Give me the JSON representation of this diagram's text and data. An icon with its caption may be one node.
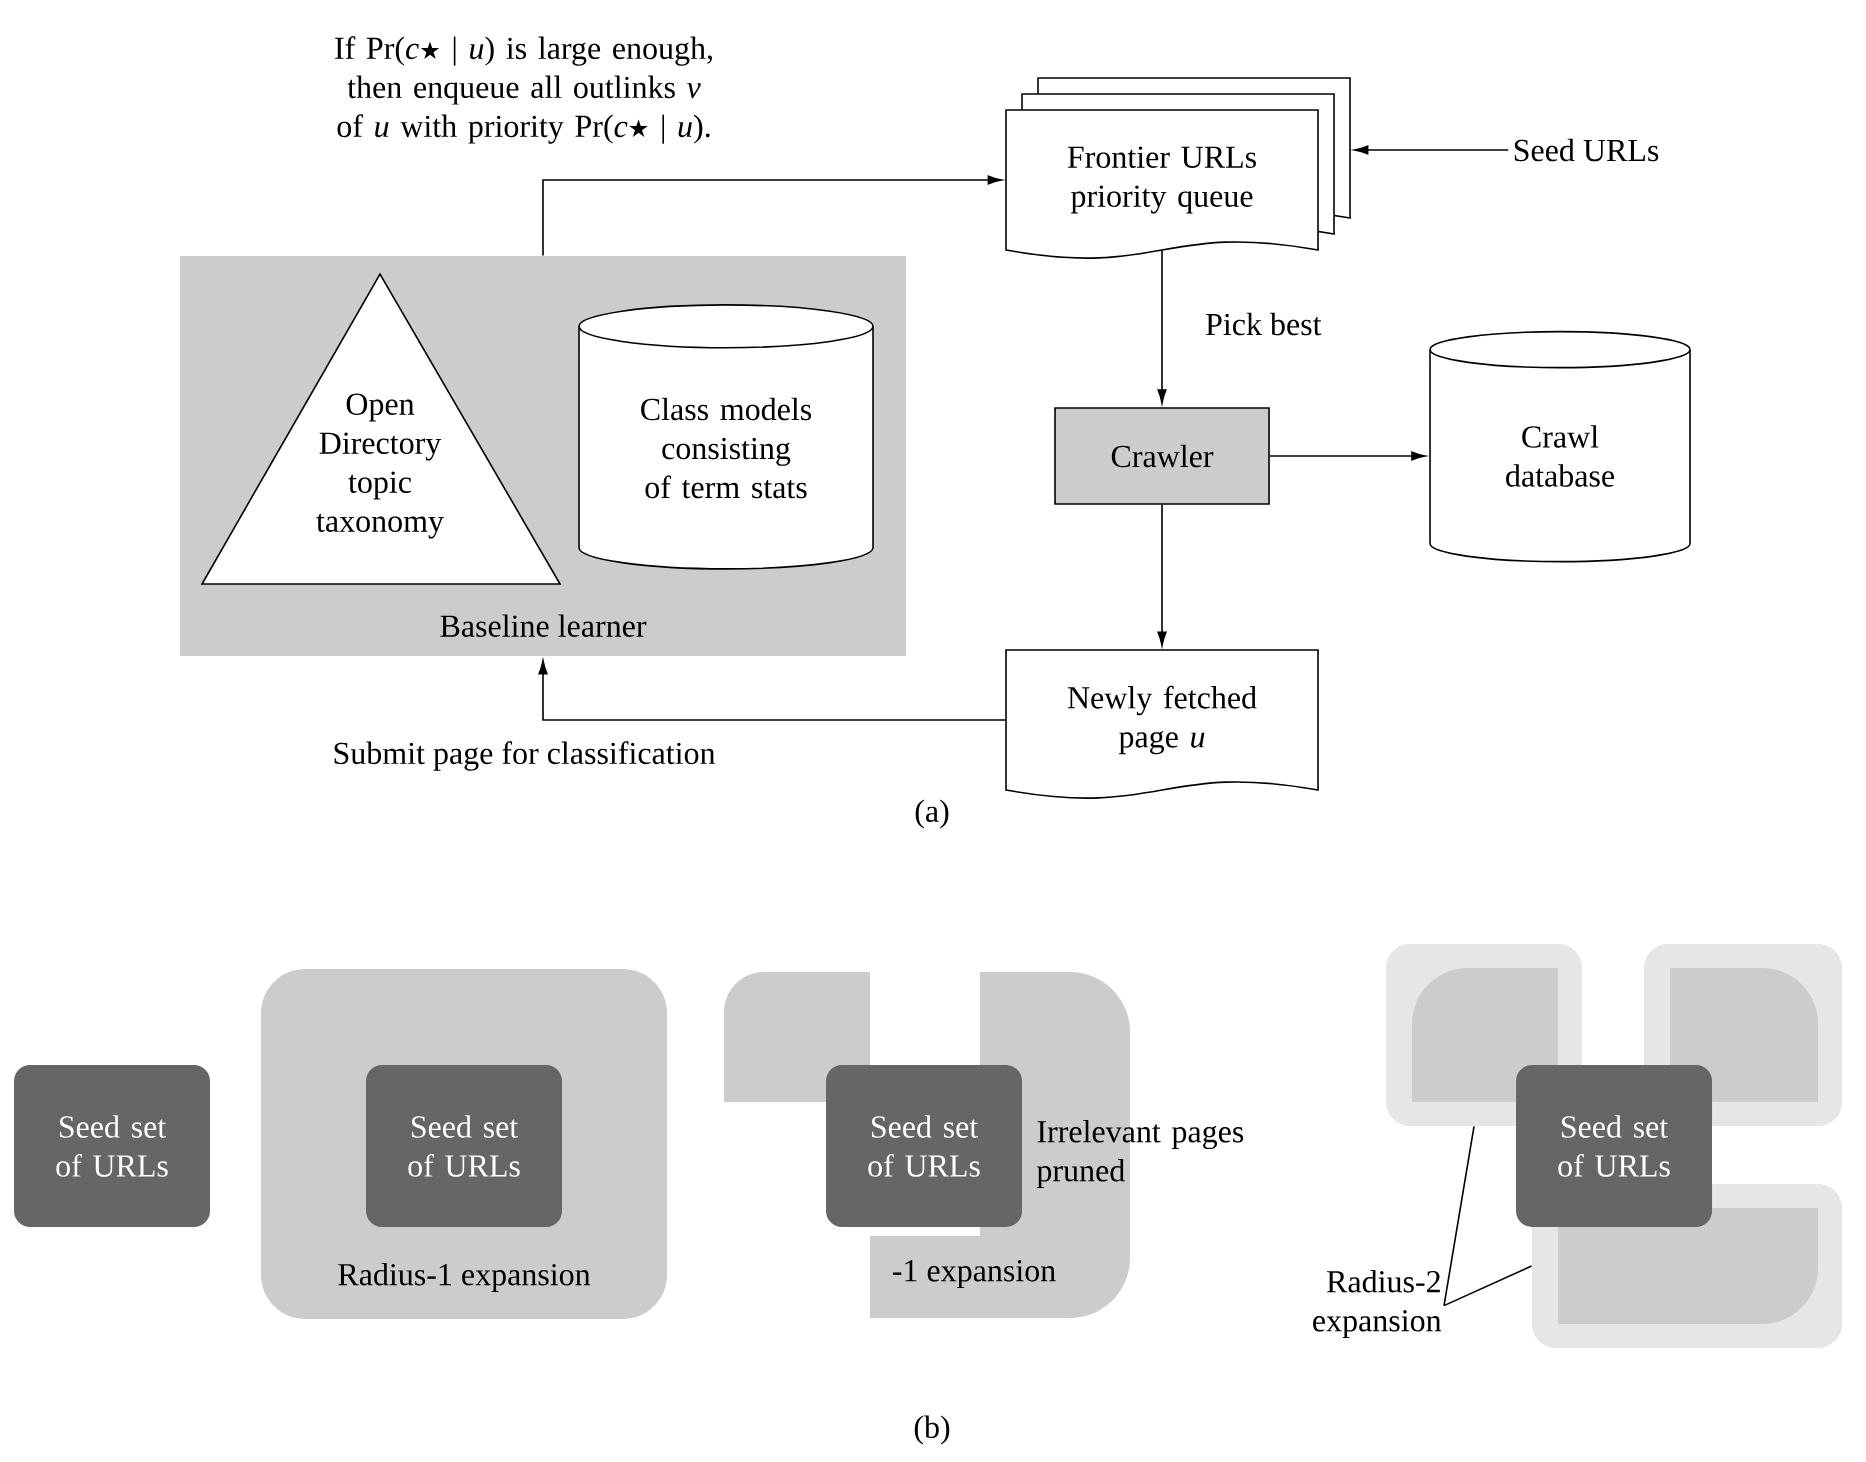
{
  "diagram": {
    "nodes": [
      {
        "text": [
          "Baseline learner"
        ]
      },
      {
        "text": [
          "Open Directory topic taxonomy"
        ],
        "in": 0
      },
      {
        "text": [
          "Class models consisting of term stats"
        ],
        "in": 0
      },
      {
        "text": [
          "Frontier URLs priority queue"
        ]
      },
      {
        "text": [
          "Crawler"
        ]
      },
      {
        "text": [
          "Crawl database"
        ]
      },
      {
        "text": [
          "Newly fetched page *u*"
        ]
      },
      {
        "text": [
          "Seed URLs"
        ]
      },
      {
        "text": [
          "Seed set of URLs"
        ]
      },
      {
        "text": [
          "Radius-1 expansion"
        ]
      },
      {
        "text": [
          "Seed set of URLs"
        ],
        "in": 9
      },
      {
        "text": [
          "-1 expansion"
        ]
      },
      {
        "text": [
          "Seed set of URLs"
        ]
      },
      {
        "text": [
          "Radius-2 expansion"
        ]
      },
      {
        "text": [],
        "shape": "box"
      },
      {
        "text": [],
        "shape": "box"
      },
      {
        "text": [],
        "shape": "box"
      },
      {
        "text": [
          "Seed set of URLs"
        ]
      }
    ],
    "edges": [
      {
        "from": 0,
        "to": 3,
        "arrow": "to",
        "label": "If Pr(*c*★ | *u*) is large enough, then enqueue all outlinks *v* of *u* with priority Pr(*c*★ | *u*)."
      },
      {
        "from": 7,
        "to": 3,
        "arrow": "to"
      },
      {
        "from": 3,
        "to": 4,
        "arrow": "to",
        "label": "Pick best"
      },
      {
        "from": 4,
        "to": 5,
        "arrow": "to"
      },
      {
        "from": 4,
        "to": 6,
        "arrow": "to"
      },
      {
        "from": 6,
        "to": 0,
        "arrow": "to",
        "label": "Submit page for classification"
      },
      {
        "from": 13,
        "to": 14,
        "arrow": "none"
      },
      {
        "from": 13,
        "to": 16,
        "arrow": "none"
      }
    ],
    "labels": [
      "(a)",
      "Irrelevant pages pruned",
      "(b)"
    ]
  }
}
